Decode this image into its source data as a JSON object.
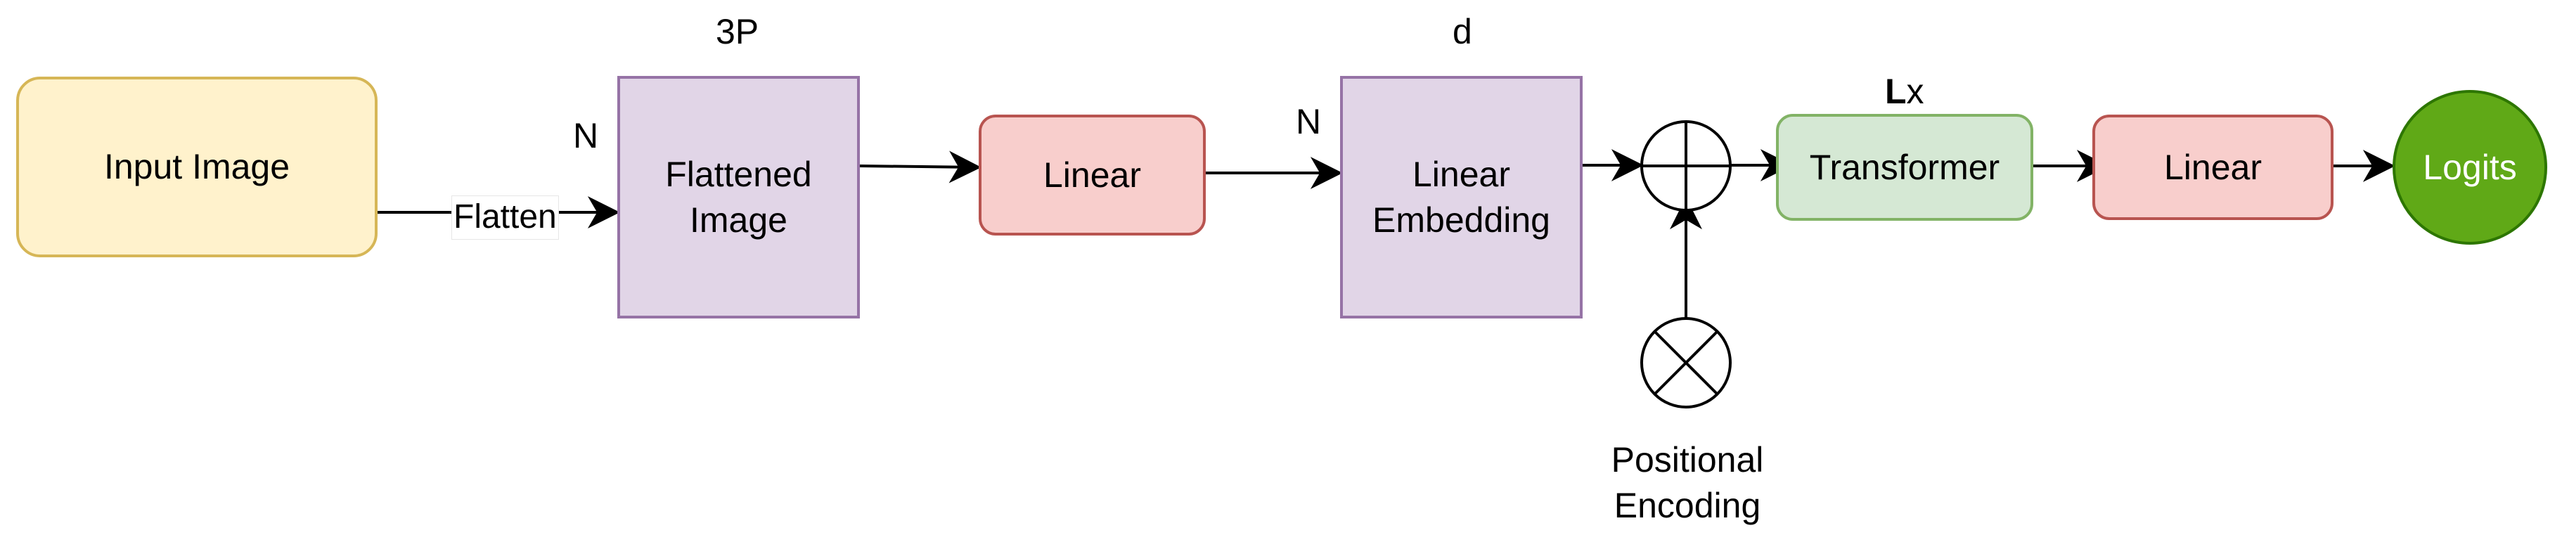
{
  "nodes": {
    "input_image": "Input Image",
    "flattened_image": "Flattened\nImage",
    "linear_1": "Linear",
    "linear_embedding": "Linear\nEmbedding",
    "transformer": "Transformer",
    "linear_2": "Linear",
    "logits": "Logits"
  },
  "labels": {
    "flattened_dim": "3P",
    "flattened_rows": "N",
    "embedding_dim": "d",
    "embedding_rows": "N",
    "transformer_repeat_prefix": "L",
    "transformer_repeat_suffix": "x",
    "flatten_edge": "Flatten",
    "positional_encoding": "Positional\nEncoding"
  },
  "operators": {
    "sum": "plus-circle-icon",
    "product": "cross-circle-icon"
  },
  "colors": {
    "input_fill": "#fff2cc",
    "input_stroke": "#d6b656",
    "purple_fill": "#e1d5e7",
    "purple_stroke": "#9673a6",
    "red_fill": "#f8cecc",
    "red_stroke": "#b85450",
    "green_fill": "#d5e8d4",
    "green_stroke": "#82b366",
    "logits_fill": "#60a917",
    "logits_stroke": "#2d7600"
  }
}
